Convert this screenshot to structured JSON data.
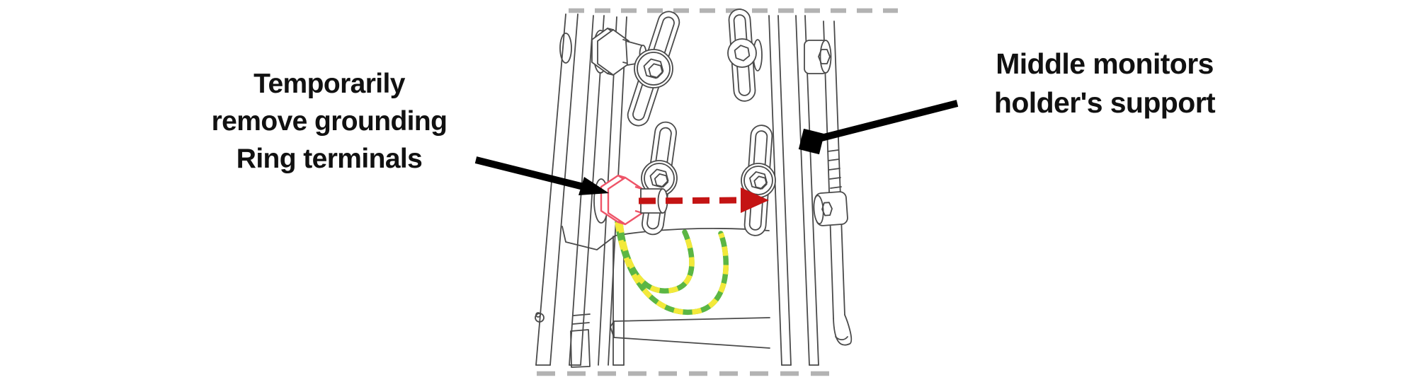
{
  "page": {
    "background_color": "#ffffff"
  },
  "annotations": {
    "left_label": {
      "line1": "Temporarily",
      "line2": "remove grounding",
      "line3": "Ring terminals"
    },
    "right_label": {
      "line1": "Middle monitors",
      "line2": "holder's support"
    }
  },
  "figure": {
    "subject": "monitor-holder-frame-grounding-step",
    "colors": {
      "label_text": "#111111",
      "callout_arrow_black": "#000000",
      "relocation_arrow_red": "#c41414",
      "terminal_highlight_red": "#ee5468",
      "wire_green": "#5bb644",
      "wire_yellow": "#f3e93a",
      "frame_line": "#4a4a4a",
      "hardware_line": "#4a4a4a",
      "crop_dash_gray": "#b3b3b3"
    }
  }
}
